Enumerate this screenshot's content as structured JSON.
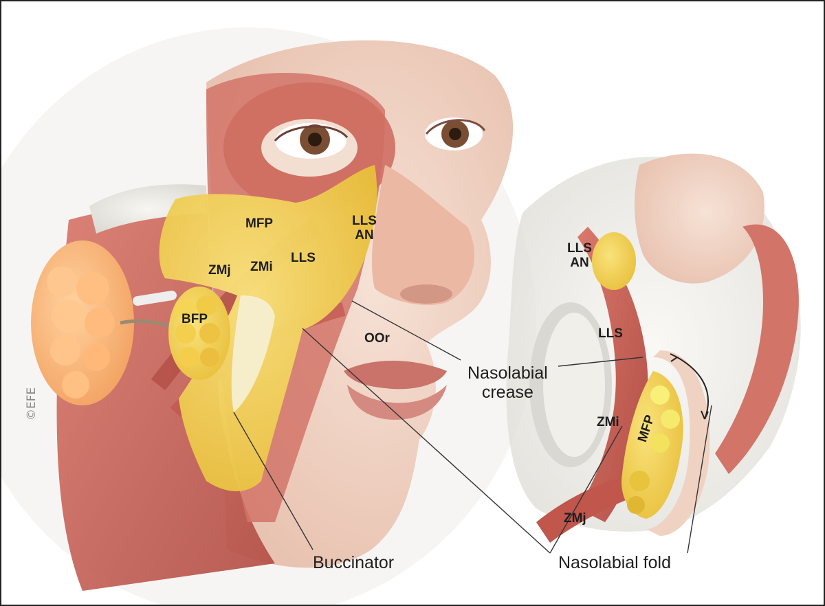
{
  "labels": {
    "mfp_main": "MFP",
    "lls_an_main_line1": "LLS",
    "lls_an_main_line2": "AN",
    "lls_main": "LLS",
    "zmj_main": "ZMj",
    "zmi_main": "ZMi",
    "bfp": "BFP",
    "oor": "OOr",
    "lls_an_inset_line1": "LLS",
    "lls_an_inset_line2": "AN",
    "lls_inset": "LLS",
    "zmi_inset": "ZMi",
    "mfp_inset": "MFP",
    "zmj_inset": "ZMj",
    "nasolabial_crease_line1": "Nasolabial",
    "nasolabial_crease_line2": "crease",
    "buccinator": "Buccinator",
    "nasolabial_fold": "Nasolabial fold",
    "copyright": "©EFE"
  },
  "colors": {
    "fat_yellow": "#f3d45a",
    "muscle_red": "#c8645a",
    "skin": "#f1d6c8",
    "bone": "#ecebe6",
    "leader": "#333333"
  }
}
